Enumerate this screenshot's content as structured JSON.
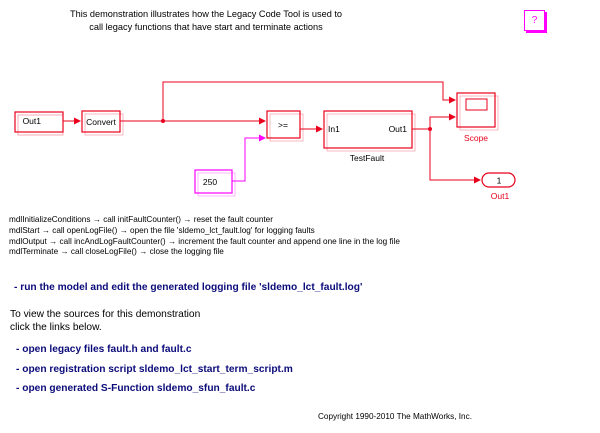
{
  "intro": {
    "line1": "This demonstration illustrates how the Legacy Code Tool is used to",
    "line2": "call legacy functions that have start and terminate actions"
  },
  "help_button": {
    "label": "?"
  },
  "blocks": {
    "inport": "Out1",
    "convert": "Convert",
    "relational": ">=",
    "constant": "250",
    "subsystem_in": "In1",
    "subsystem_out": "Out1",
    "subsystem_name": "TestFault",
    "scope_name": "Scope",
    "outport_number": "1",
    "outport_name": "Out1"
  },
  "code_lines": [
    "mdlInitializeConditions → call initFaultCounter() → reset the fault counter",
    "mdlStart → call openLogFile() → open the file 'sldemo_lct_fault.log' for logging faults",
    "mdlOutput → call incAndLogFaultCounter() → increment the fault counter and append one line in the log file",
    "mdlTerminate → call closeLogFile() → close the logging file"
  ],
  "links": {
    "run_model": "- run the model and edit the generated logging file 'sldemo_lct_fault.log'",
    "open_legacy": "- open legacy files fault.h and fault.c",
    "open_registration": "- open registration script sldemo_lct_start_term_script.m",
    "open_sfunction": "- open generated S-Function sldemo_sfun_fault.c"
  },
  "sources_text": {
    "line1": "To view the sources for this demonstration",
    "line2": "click the links below."
  },
  "copyright": "Copyright 1990-2010 The MathWorks, Inc.",
  "colors": {
    "signal": "#e8001c",
    "constant": "#ff00ff",
    "link": "#0b0b7a"
  }
}
